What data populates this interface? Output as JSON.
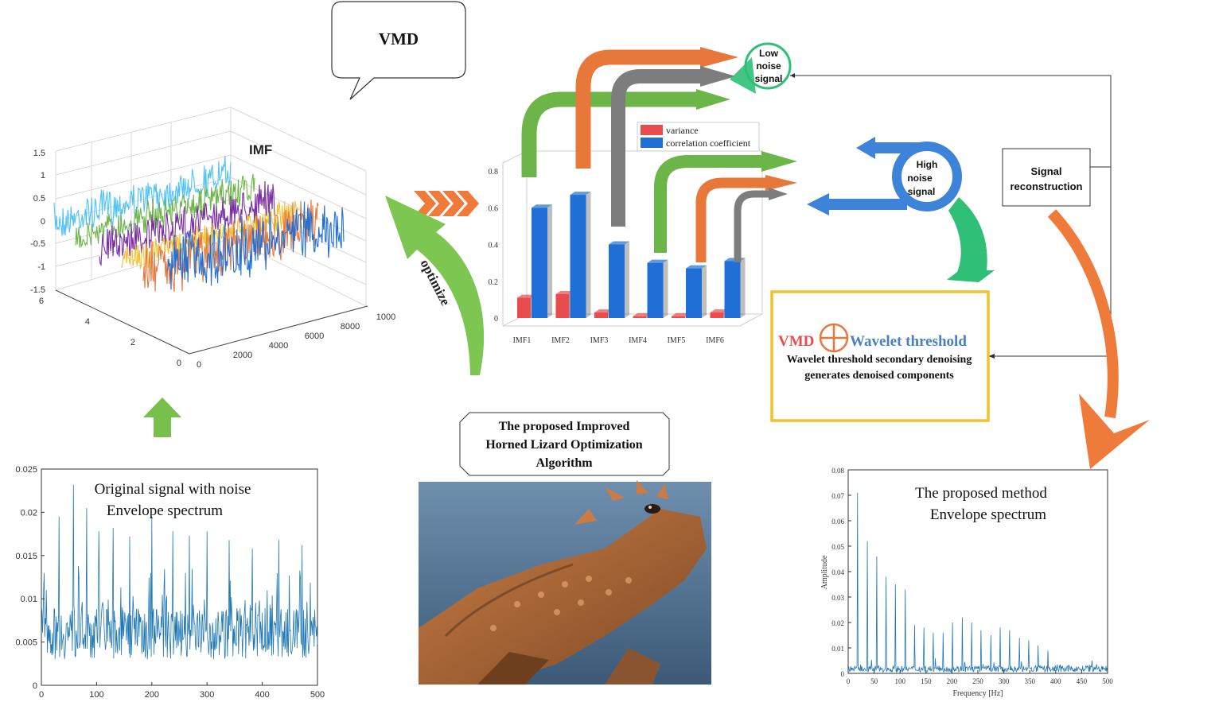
{
  "colors": {
    "blue": "#1f6fd6",
    "red": "#e84c4c",
    "green": "#6cb548",
    "orange": "#e8773a",
    "gray": "#7d7d7d",
    "teal": "#2fbf77",
    "yellow": "#f2c130",
    "lightblue": "#4fc3f7",
    "purple": "#7b2fa6",
    "signal": "#1f77b4"
  },
  "labels": {
    "vmd_bubble": "VMD",
    "optimize": "optimize",
    "low_noise": [
      "Low",
      "noise",
      "signal"
    ],
    "high_noise": [
      "High",
      "noise",
      "signal"
    ],
    "signal_reconstruction": [
      "Signal",
      "reconstruction"
    ],
    "vmd_red": "VMD",
    "wavelet_blue": "Wavelet threshold",
    "wavelet_desc": [
      "Wavelet threshold secondary denoising",
      "generates denoised components"
    ],
    "algorithm_box": [
      "The proposed Improved",
      "Horned Lizard Optimization",
      "Algorithm"
    ]
  },
  "icons": {
    "up_arrow": "up-arrow-icon",
    "chevrons": "chevron-right-icon",
    "lizard": "horned-lizard-photo",
    "circle_plus": "circle-plus-icon"
  },
  "chart_data": [
    {
      "id": "imf3d",
      "type": "line",
      "title": "IMF",
      "yticks": [
        "1.5",
        "1",
        "0.5",
        "0",
        "-0.5",
        "-1",
        "-1.5"
      ],
      "xticks": [
        "2000",
        "4000",
        "6000",
        "8000",
        "1000"
      ],
      "zticks": [
        "6",
        "4",
        "2",
        "0"
      ],
      "x0tick": "0",
      "series": [
        {
          "color": "lightblue"
        },
        {
          "color": "green"
        },
        {
          "color": "purple"
        },
        {
          "color": "yellow"
        },
        {
          "color": "orange"
        },
        {
          "color": "blue"
        }
      ]
    },
    {
      "id": "imfbar",
      "type": "bar",
      "categories": [
        "IMF1",
        "IMF2",
        "IMF3",
        "IMF4",
        "IMF5",
        "IMF6"
      ],
      "series": [
        {
          "name": "variance",
          "color": "red",
          "values": [
            0.11,
            0.13,
            0.03,
            0.01,
            0.01,
            0.03
          ]
        },
        {
          "name": "correlation coefficient",
          "color": "blue",
          "values": [
            0.6,
            0.67,
            0.4,
            0.3,
            0.27,
            0.31
          ]
        }
      ],
      "ylim": [
        0,
        0.8
      ],
      "yticks": [
        "0",
        "0.2",
        "0.4",
        "0.6",
        "0.8"
      ]
    },
    {
      "id": "original",
      "type": "line",
      "title_lines": [
        "Original signal with noise",
        "Envelope spectrum"
      ],
      "xlim": [
        0,
        500
      ],
      "ylim": [
        0,
        0.025
      ],
      "xticks": [
        "0",
        "100",
        "200",
        "300",
        "400",
        "500"
      ],
      "yticks": [
        "0",
        "0.005",
        "0.01",
        "0.015",
        "0.02",
        "0.025"
      ],
      "peaks": [
        {
          "x": 32,
          "y": 0.0195
        },
        {
          "x": 58,
          "y": 0.0232
        },
        {
          "x": 82,
          "y": 0.0205
        },
        {
          "x": 104,
          "y": 0.0178
        },
        {
          "x": 130,
          "y": 0.0182
        },
        {
          "x": 160,
          "y": 0.0172
        },
        {
          "x": 200,
          "y": 0.0195
        },
        {
          "x": 238,
          "y": 0.0178
        },
        {
          "x": 268,
          "y": 0.0173
        },
        {
          "x": 300,
          "y": 0.0178
        },
        {
          "x": 340,
          "y": 0.0168
        },
        {
          "x": 382,
          "y": 0.0158
        },
        {
          "x": 430,
          "y": 0.0168
        },
        {
          "x": 472,
          "y": 0.0162
        }
      ]
    },
    {
      "id": "proposed",
      "type": "line",
      "title_lines": [
        "The proposed method",
        "Envelope spectrum"
      ],
      "xlabel": "Frequency [Hz]",
      "ylabel": "Amplitude",
      "xlim": [
        0,
        500
      ],
      "ylim": [
        0,
        0.08
      ],
      "xticks": [
        "0",
        "50",
        "100",
        "150",
        "200",
        "250",
        "300",
        "350",
        "400",
        "450",
        "500"
      ],
      "yticks": [
        "0",
        "0.01",
        "0.02",
        "0.03",
        "0.04",
        "0.05",
        "0.06",
        "0.07",
        "0.08"
      ],
      "peaks": [
        {
          "x": 18,
          "y": 0.071
        },
        {
          "x": 37,
          "y": 0.052
        },
        {
          "x": 55,
          "y": 0.046
        },
        {
          "x": 73,
          "y": 0.038
        },
        {
          "x": 91,
          "y": 0.035
        },
        {
          "x": 110,
          "y": 0.033
        },
        {
          "x": 128,
          "y": 0.019
        },
        {
          "x": 146,
          "y": 0.018
        },
        {
          "x": 164,
          "y": 0.016
        },
        {
          "x": 183,
          "y": 0.016
        },
        {
          "x": 201,
          "y": 0.02
        },
        {
          "x": 220,
          "y": 0.022
        },
        {
          "x": 238,
          "y": 0.02
        },
        {
          "x": 256,
          "y": 0.017
        },
        {
          "x": 275,
          "y": 0.015
        },
        {
          "x": 293,
          "y": 0.018
        },
        {
          "x": 311,
          "y": 0.017
        },
        {
          "x": 330,
          "y": 0.014
        },
        {
          "x": 348,
          "y": 0.013
        },
        {
          "x": 366,
          "y": 0.011
        },
        {
          "x": 385,
          "y": 0.009
        }
      ]
    }
  ]
}
